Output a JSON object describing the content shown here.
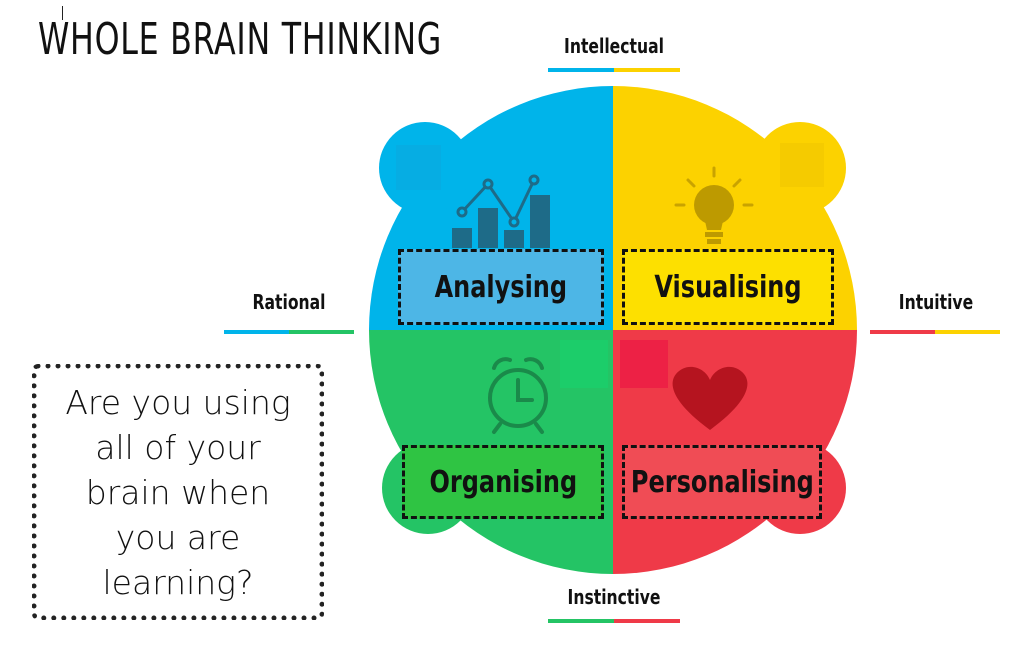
{
  "title": "WHOLE BRAIN THINKING",
  "axes": {
    "top": "Intellectual",
    "left": "Rational",
    "right": "Intuitive",
    "bottom": "Instinctive"
  },
  "quadrants": {
    "top_left": "Analysing",
    "top_right": "Visualising",
    "bottom_left": "Organising",
    "bottom_right": "Personalising"
  },
  "question": "Are you using all of your brain when you are learning?",
  "colors": {
    "blue": "#00b4ea",
    "yellow": "#fcd200",
    "green": "#24c465",
    "red": "#ef3a48"
  },
  "icons": {
    "top_left": "chart-icon",
    "top_right": "lightbulb-icon",
    "bottom_left": "alarm-clock-icon",
    "bottom_right": "heart-icon"
  }
}
